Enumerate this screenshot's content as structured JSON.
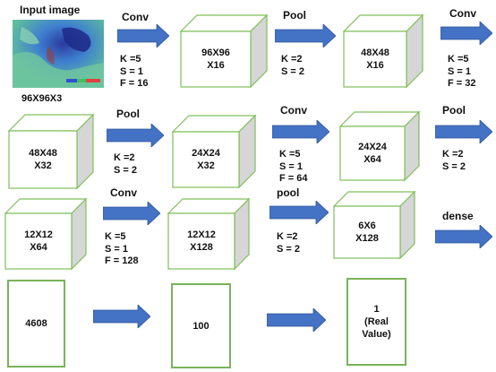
{
  "input": {
    "title": "Input image",
    "dims": "96X96X3"
  },
  "cubes": [
    {
      "line1": "96X96",
      "line2": "X16"
    },
    {
      "line1": "48X48",
      "line2": "X16"
    },
    {
      "line1": "48X48",
      "line2": "X32"
    },
    {
      "line1": "24X24",
      "line2": "X32"
    },
    {
      "line1": "24X24",
      "line2": "X64"
    },
    {
      "line1": "12X12",
      "line2": "X64"
    },
    {
      "line1": "12X12",
      "line2": "X128"
    },
    {
      "line1": "6X6",
      "line2": "X128"
    }
  ],
  "ops": [
    {
      "name": "Conv",
      "p1": "K =5",
      "p2": "S = 1",
      "p3": "F = 16"
    },
    {
      "name": "Pool",
      "p1": "K =2",
      "p2": "S = 2",
      "p3": ""
    },
    {
      "name": "Conv",
      "p1": "K =5",
      "p2": "S = 1",
      "p3": "F = 32"
    },
    {
      "name": "Pool",
      "p1": "K =2",
      "p2": "S = 2",
      "p3": ""
    },
    {
      "name": "Conv",
      "p1": "K =5",
      "p2": "S = 1",
      "p3": "F = 64"
    },
    {
      "name": "Pool",
      "p1": "K =2",
      "p2": "S = 2",
      "p3": ""
    },
    {
      "name": "Conv",
      "p1": "K =5",
      "p2": "S = 1",
      "p3": "F = 128"
    },
    {
      "name": "pool",
      "p1": "K =2",
      "p2": "S = 2",
      "p3": ""
    },
    {
      "name": "dense",
      "p1": "",
      "p2": "",
      "p3": ""
    }
  ],
  "dense_layers": [
    {
      "line1": "4608",
      "line2": "",
      "line3": ""
    },
    {
      "line1": "100",
      "line2": "",
      "line3": ""
    },
    {
      "line1": "1",
      "line2": "(Real",
      "line3": "Value)"
    }
  ],
  "colors": {
    "arrow": "#4472c4",
    "cube_edge": "#7fbf5a",
    "cube_side": "#d6d6d6",
    "cube_top": "#ffffff"
  }
}
